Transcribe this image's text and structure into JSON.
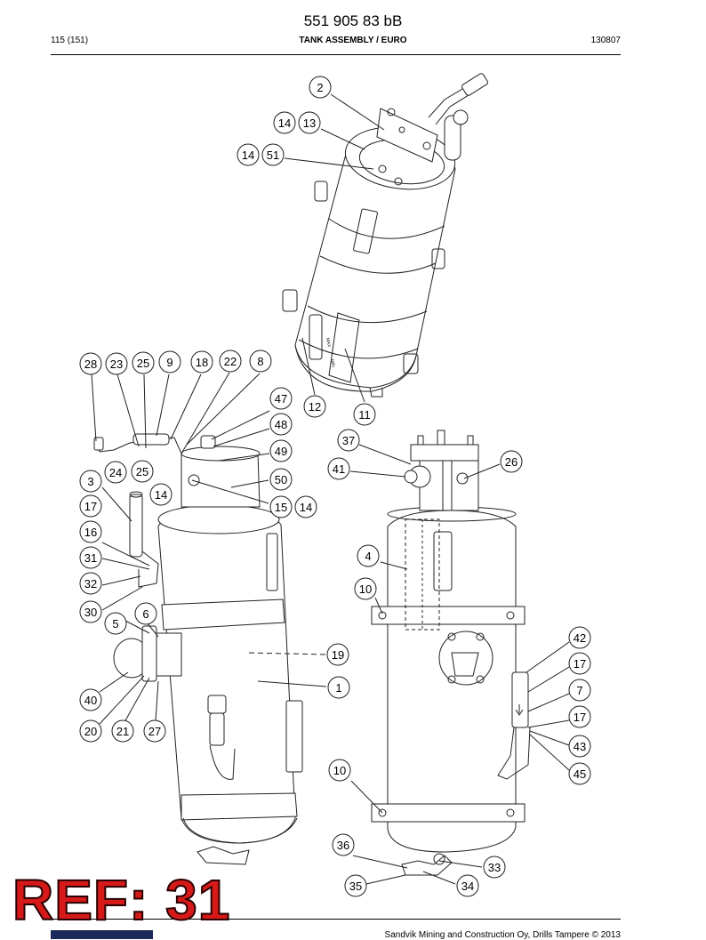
{
  "header": {
    "document_number": "551 905 83 bB",
    "page": "115 (151)",
    "title": "TANK ASSEMBLY / EURO",
    "date_code": "130807"
  },
  "callouts": [
    {
      "id": "c2",
      "label": "2"
    },
    {
      "id": "c14a",
      "label": "14"
    },
    {
      "id": "c13",
      "label": "13"
    },
    {
      "id": "c14b",
      "label": "14"
    },
    {
      "id": "c51",
      "label": "51"
    },
    {
      "id": "c28",
      "label": "28"
    },
    {
      "id": "c23",
      "label": "23"
    },
    {
      "id": "c25a",
      "label": "25"
    },
    {
      "id": "c9",
      "label": "9"
    },
    {
      "id": "c18",
      "label": "18"
    },
    {
      "id": "c22",
      "label": "22"
    },
    {
      "id": "c8",
      "label": "8"
    },
    {
      "id": "c47",
      "label": "47"
    },
    {
      "id": "c12",
      "label": "12"
    },
    {
      "id": "c11",
      "label": "11"
    },
    {
      "id": "c48",
      "label": "48"
    },
    {
      "id": "c49",
      "label": "49"
    },
    {
      "id": "c24",
      "label": "24"
    },
    {
      "id": "c25b",
      "label": "25"
    },
    {
      "id": "c50",
      "label": "50"
    },
    {
      "id": "c3",
      "label": "3"
    },
    {
      "id": "c14c",
      "label": "14"
    },
    {
      "id": "c15",
      "label": "15"
    },
    {
      "id": "c14d",
      "label": "14"
    },
    {
      "id": "c17a",
      "label": "17"
    },
    {
      "id": "c16",
      "label": "16"
    },
    {
      "id": "c31",
      "label": "31"
    },
    {
      "id": "c32",
      "label": "32"
    },
    {
      "id": "c30",
      "label": "30"
    },
    {
      "id": "c5",
      "label": "5"
    },
    {
      "id": "c6",
      "label": "6"
    },
    {
      "id": "c19",
      "label": "19"
    },
    {
      "id": "c1",
      "label": "1"
    },
    {
      "id": "c40",
      "label": "40"
    },
    {
      "id": "c20",
      "label": "20"
    },
    {
      "id": "c21",
      "label": "21"
    },
    {
      "id": "c27",
      "label": "27"
    },
    {
      "id": "c37",
      "label": "37"
    },
    {
      "id": "c41",
      "label": "41"
    },
    {
      "id": "c26",
      "label": "26"
    },
    {
      "id": "c4",
      "label": "4"
    },
    {
      "id": "c10a",
      "label": "10"
    },
    {
      "id": "c42",
      "label": "42"
    },
    {
      "id": "c17b",
      "label": "17"
    },
    {
      "id": "c7",
      "label": "7"
    },
    {
      "id": "c17c",
      "label": "17"
    },
    {
      "id": "c43",
      "label": "43"
    },
    {
      "id": "c45",
      "label": "45"
    },
    {
      "id": "c10b",
      "label": "10"
    },
    {
      "id": "c36",
      "label": "36"
    },
    {
      "id": "c33",
      "label": "33"
    },
    {
      "id": "c35",
      "label": "35"
    },
    {
      "id": "c34",
      "label": "34"
    }
  ],
  "drawing_labels": {
    "max": "MAX",
    "min": "MIN"
  },
  "ref_stamp": "REF: 31",
  "footer": {
    "copyright": "Sandvik Mining and Construction Oy, Drills Tampere © 2013"
  }
}
